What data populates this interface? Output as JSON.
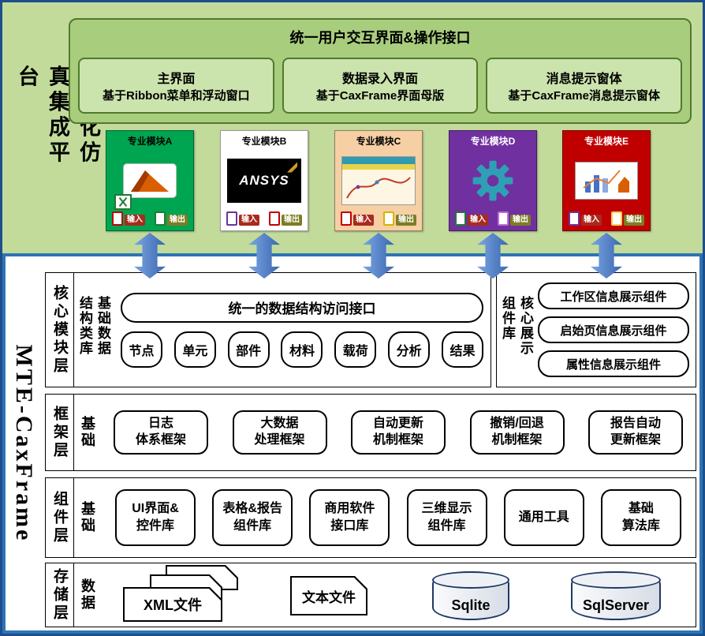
{
  "left_title": "专业化仿真集成平台",
  "bottom_title": "MTE-CaxFrame",
  "colors": {
    "outer_border": "#1d4e89",
    "top_background": "#c2db9b",
    "panel_background": "#a8cd7d",
    "panel_box_background": "#cbe3ad",
    "panel_border": "#4f7a2d",
    "arrow_blue": "#4472c4",
    "bottom_border": "#2d74b5",
    "module_a": "#00a551",
    "module_b": "#ffffff",
    "module_c": "#f6cfa4",
    "module_d": "#7030a0",
    "module_e": "#c00000"
  },
  "ui_panel": {
    "title": "统一用户交互界面&操作接口",
    "boxes": [
      {
        "line1": "主界面",
        "line2": "基于Ribbon菜单和浮动窗口"
      },
      {
        "line1": "数据录入界面",
        "line2": "基于CaxFrame界面母版"
      },
      {
        "line1": "消息提示窗体",
        "line2": "基于CaxFrame消息提示窗体"
      }
    ]
  },
  "modules": [
    {
      "label": "专业模块A",
      "input": "输入",
      "output": "输出"
    },
    {
      "label": "专业模块B",
      "logo_text": "ANSYS",
      "input": "输入",
      "output": "输出"
    },
    {
      "label": "专业模块C",
      "input": "输入",
      "output": "输出"
    },
    {
      "label": "专业模块D",
      "input": "输入",
      "output": "输出"
    },
    {
      "label": "专业模块E",
      "input": "输入",
      "output": "输出"
    }
  ],
  "core_layer": {
    "name": "核心模块层",
    "group_label": "基础数据结构类库",
    "interface_label": "统一的数据结构访问接口",
    "items": [
      "节点",
      "单元",
      "部件",
      "材料",
      "载荷",
      "分析",
      "结果"
    ],
    "display_group_label": "核心展示组件库",
    "display_items": [
      "工作区信息展示组件",
      "启始页信息展示组件",
      "属性信息展示组件"
    ]
  },
  "framework_layer": {
    "name": "框架层",
    "sub": "基础",
    "boxes": [
      {
        "line1": "日志",
        "line2": "体系框架"
      },
      {
        "line1": "大数据",
        "line2": "处理框架"
      },
      {
        "line1": "自动更新",
        "line2": "机制框架"
      },
      {
        "line1": "撤销/回退",
        "line2": "机制框架"
      },
      {
        "line1": "报告自动",
        "line2": "更新框架"
      }
    ]
  },
  "component_layer": {
    "name": "组件层",
    "sub": "基础",
    "boxes": [
      {
        "line1": "UI界面&",
        "line2": "控件库"
      },
      {
        "line1": "表格&报告",
        "line2": "组件库"
      },
      {
        "line1": "商用软件",
        "line2": "接口库"
      },
      {
        "line1": "三维显示",
        "line2": "组件库"
      },
      {
        "line1": "通用工具",
        "line2": ""
      },
      {
        "line1": "基础",
        "line2": "算法库"
      }
    ]
  },
  "storage_layer": {
    "name": "存储层",
    "sub": "数据",
    "xml_label": "XML文件",
    "text_label": "文本文件",
    "sqlite_label": "Sqlite",
    "sqlserver_label": "SqlServer"
  }
}
